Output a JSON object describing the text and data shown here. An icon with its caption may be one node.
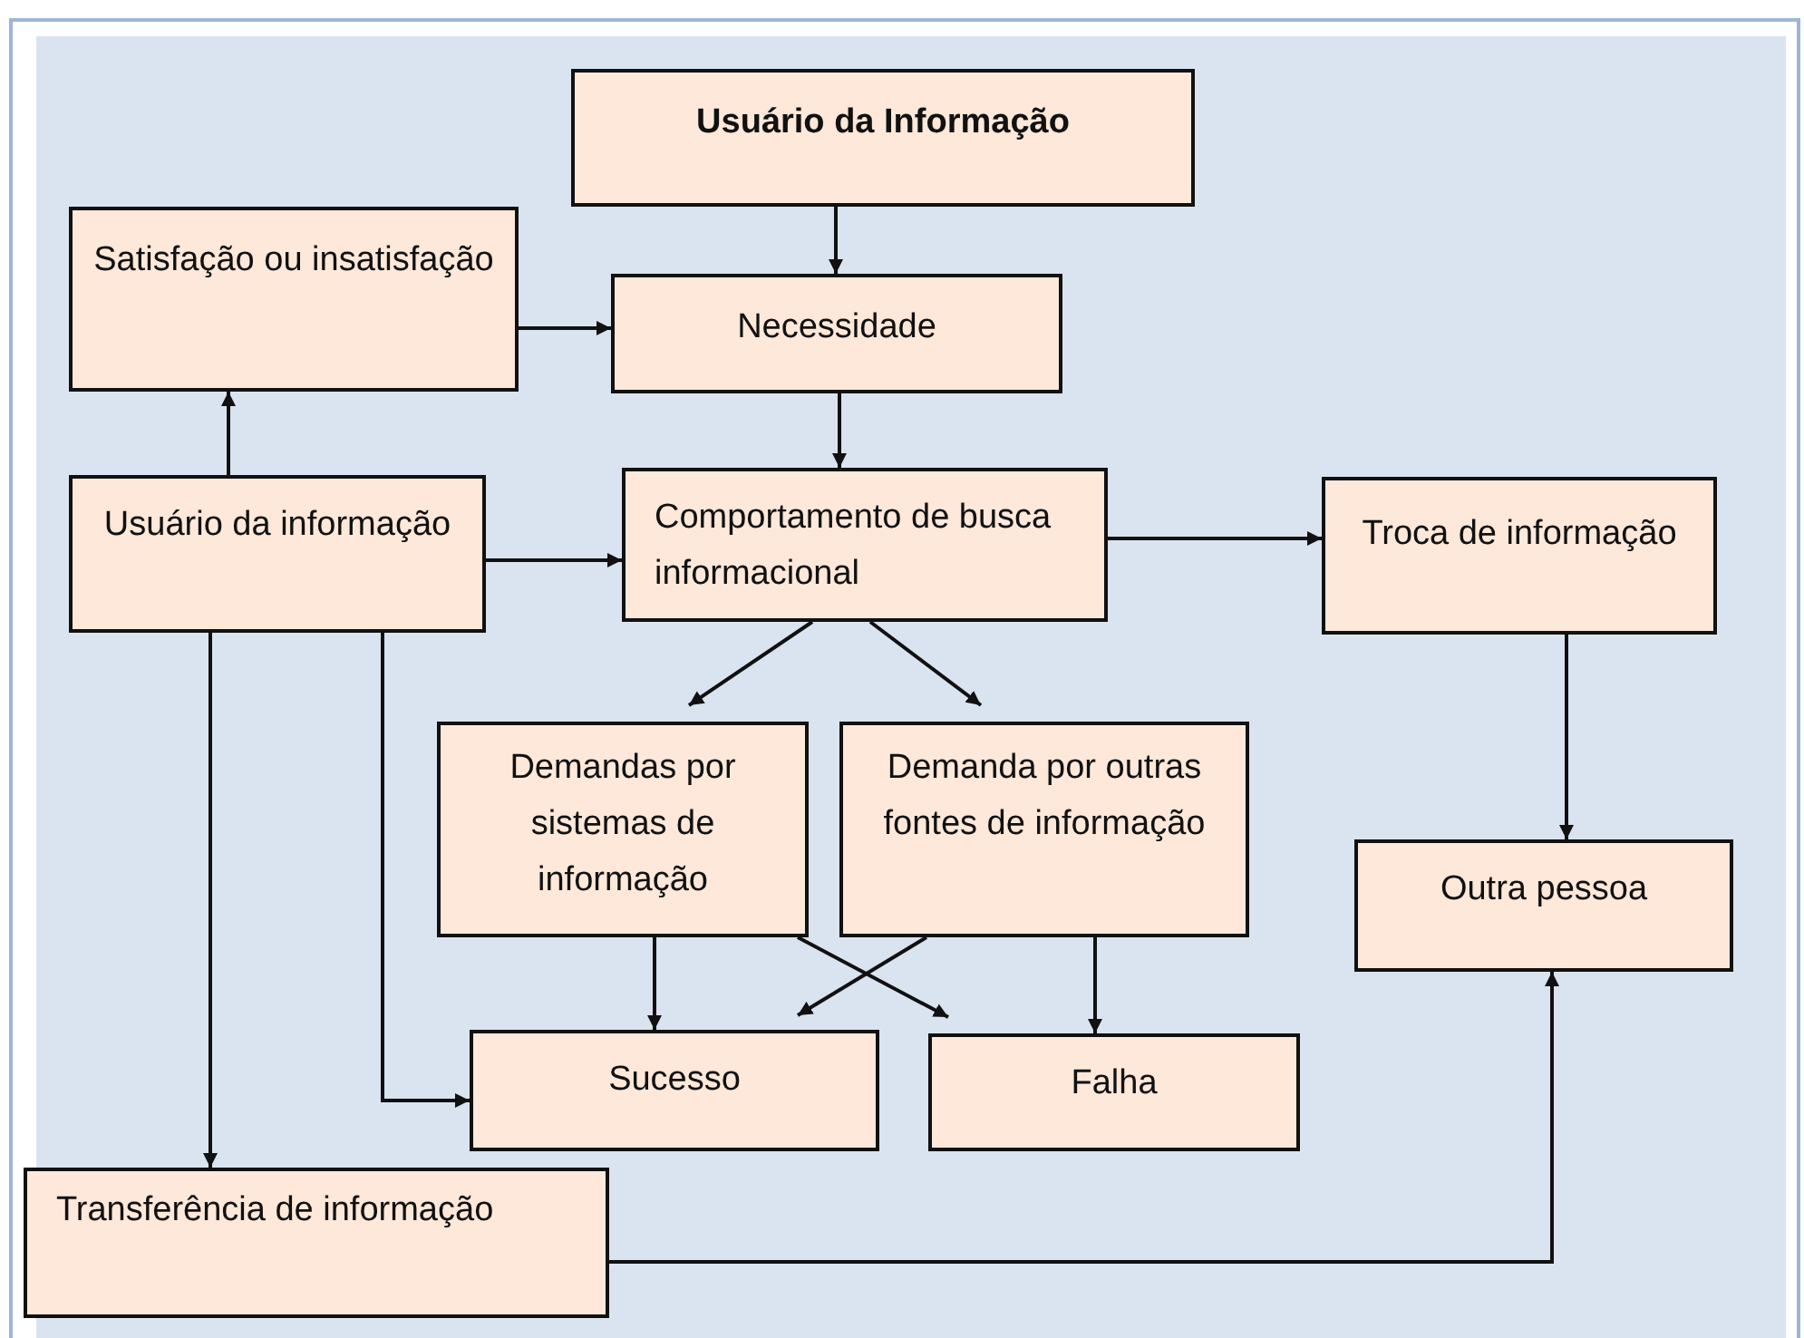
{
  "diagram": {
    "nodes": [
      {
        "text": [
          "Usuário da Informação"
        ]
      },
      {
        "text": [
          "Satisfação ou insatisfação"
        ]
      },
      {
        "text": [
          "Necessidade"
        ]
      },
      {
        "text": [
          "Usuário da informação"
        ]
      },
      {
        "text": [
          "Comportamento de busca informacional"
        ]
      },
      {
        "text": [
          "Troca de informação"
        ]
      },
      {
        "text": [
          "Demandas por sistemas de informação"
        ]
      },
      {
        "text": [
          "Demanda por outras fontes de informação"
        ]
      },
      {
        "text": [
          "Outra pessoa"
        ]
      },
      {
        "text": [
          "Sucesso"
        ]
      },
      {
        "text": [
          "Falha"
        ]
      },
      {
        "text": [
          "Transferência de informação"
        ]
      }
    ],
    "edges": [
      {
        "from": 0,
        "to": 2,
        "arrow": "to"
      },
      {
        "from": 1,
        "to": 2,
        "arrow": "to"
      },
      {
        "from": 2,
        "to": 4,
        "arrow": "to"
      },
      {
        "from": 3,
        "to": 1,
        "arrow": "to"
      },
      {
        "from": 3,
        "to": 4,
        "arrow": "to"
      },
      {
        "from": 4,
        "to": 5,
        "arrow": "to"
      },
      {
        "from": 4,
        "to": 6,
        "arrow": "to"
      },
      {
        "from": 4,
        "to": 7,
        "arrow": "to"
      },
      {
        "from": 5,
        "to": 8,
        "arrow": "to"
      },
      {
        "from": 6,
        "to": 9,
        "arrow": "to"
      },
      {
        "from": 6,
        "to": 10,
        "arrow": "to"
      },
      {
        "from": 7,
        "to": 9,
        "arrow": "to"
      },
      {
        "from": 7,
        "to": 10,
        "arrow": "to"
      },
      {
        "from": 3,
        "to": 9,
        "arrow": "to"
      },
      {
        "from": 3,
        "to": 11,
        "arrow": "to"
      },
      {
        "from": 11,
        "to": 8,
        "arrow": "to"
      }
    ]
  }
}
